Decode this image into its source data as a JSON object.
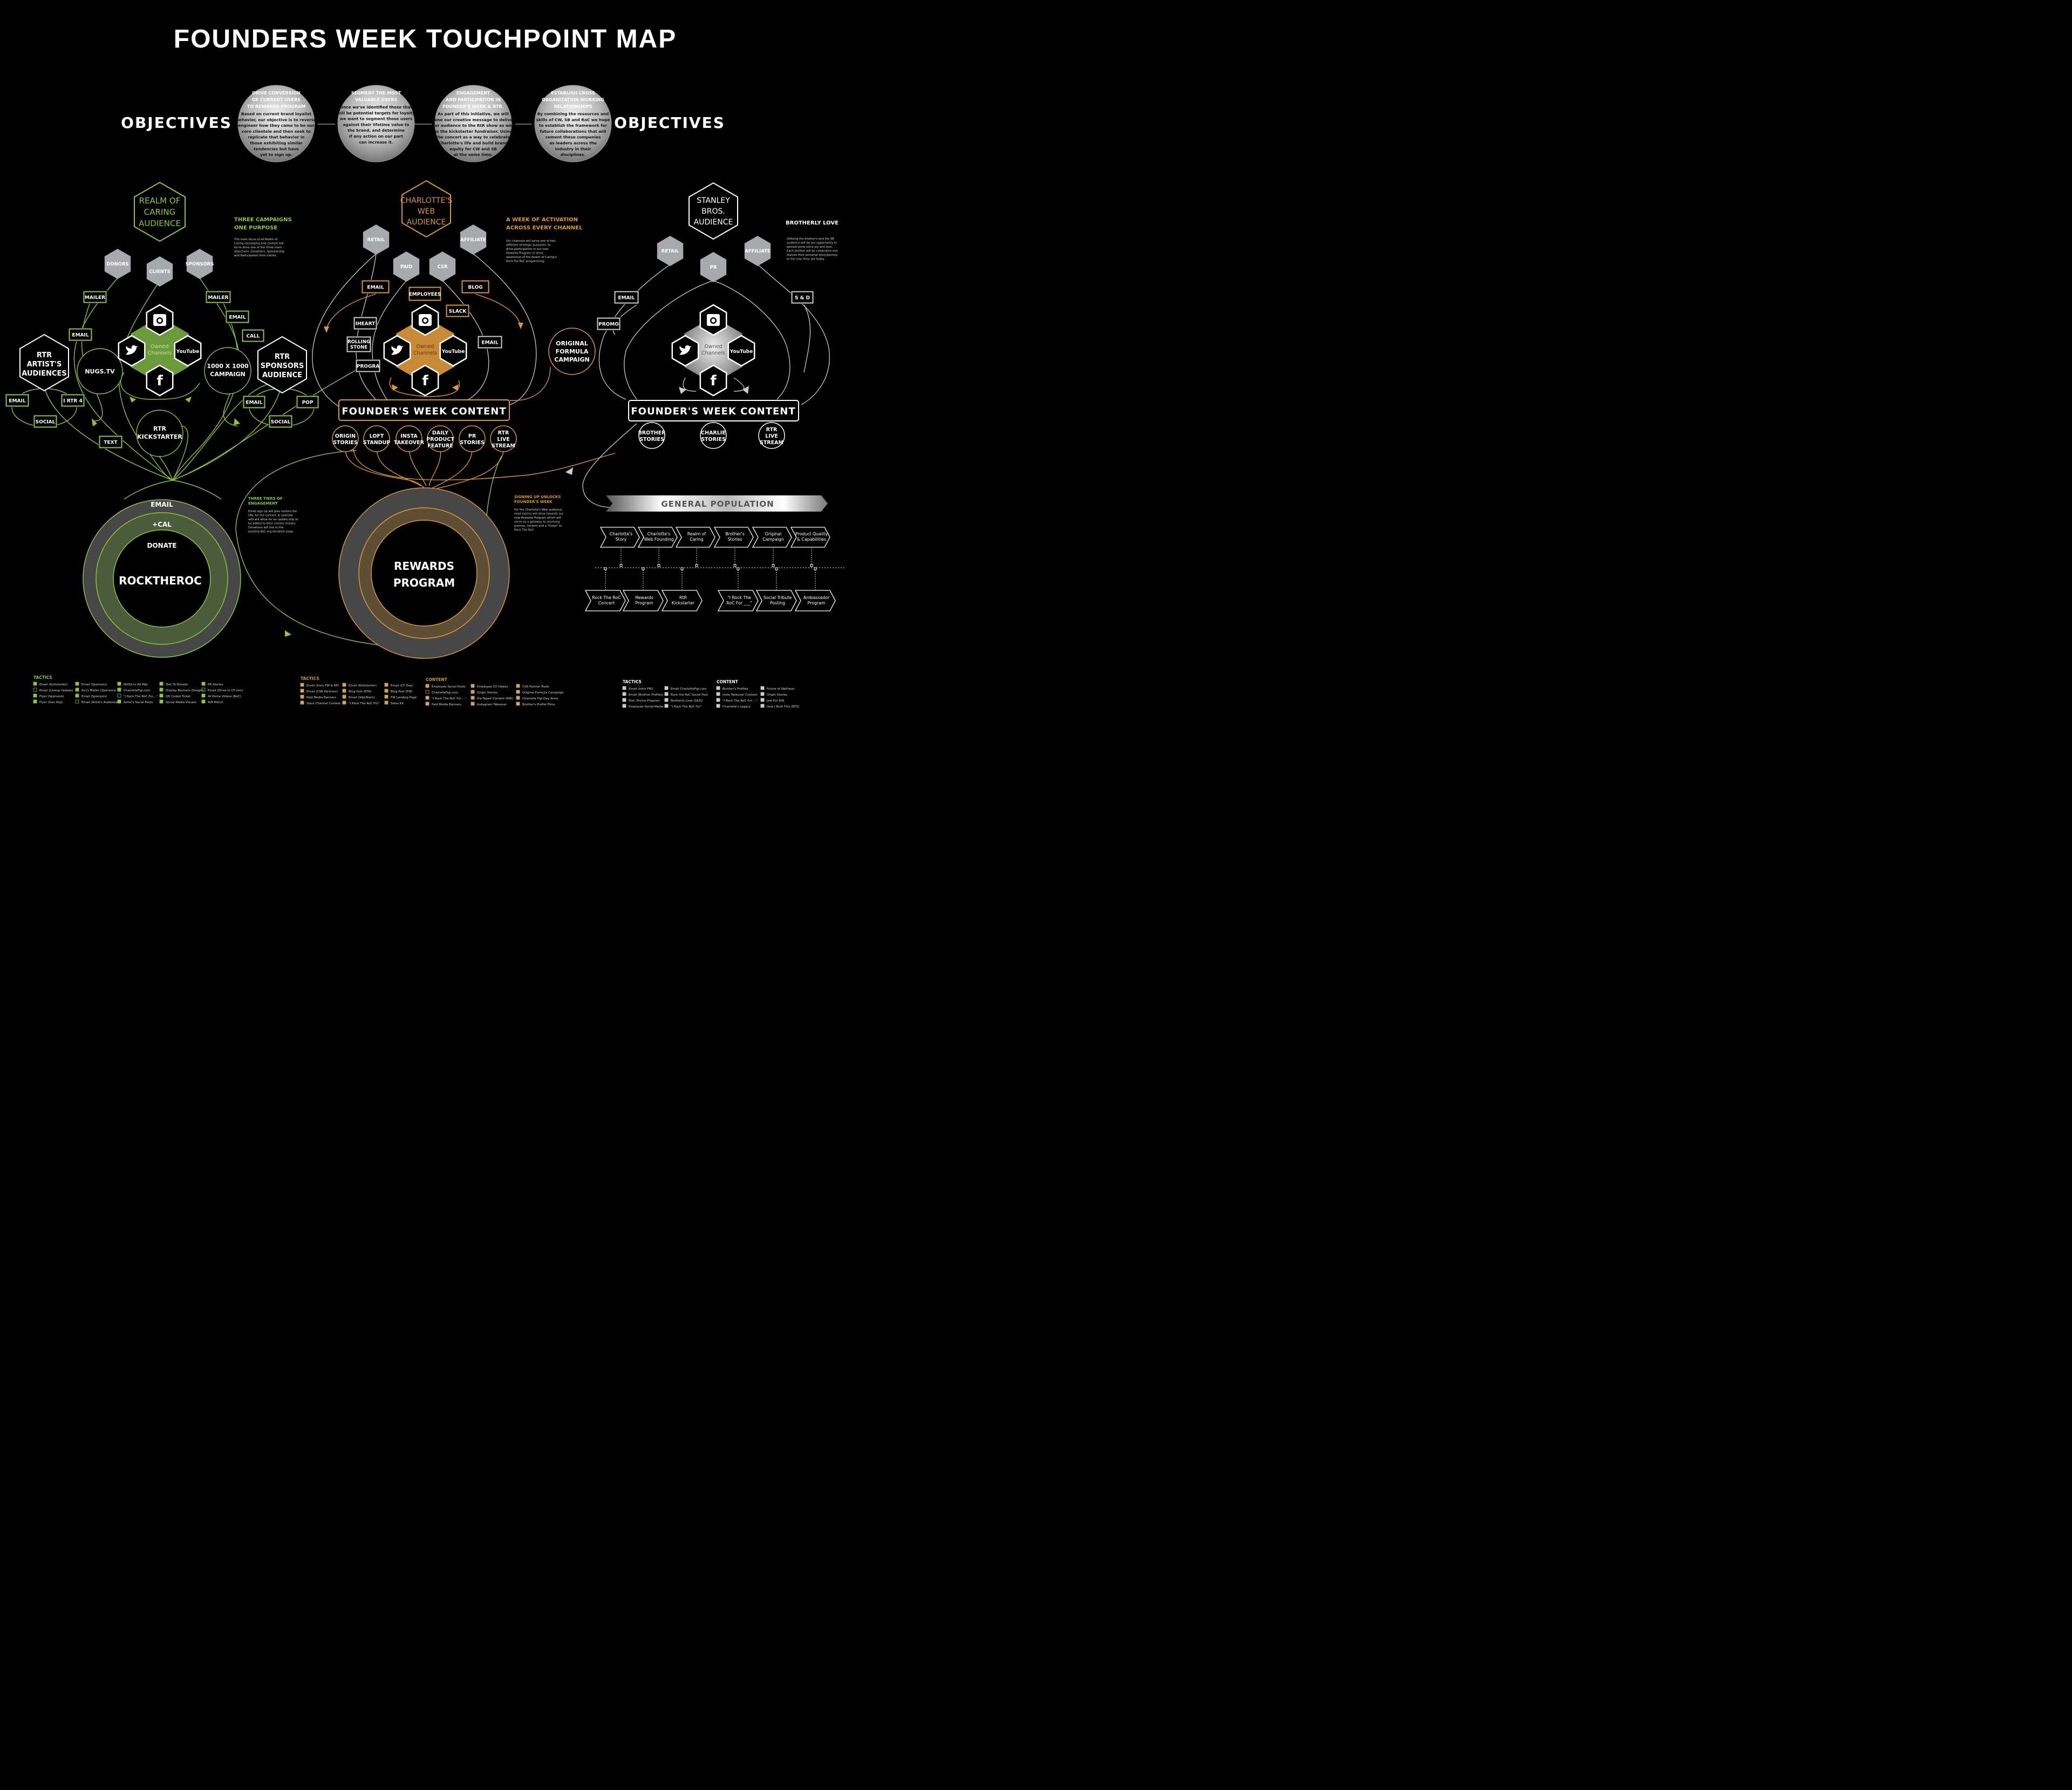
{
  "title": "FOUNDERS WEEK TOUCHPOINT MAP",
  "objectives_label": "OBJECTIVES",
  "colors": {
    "green": "#8cc63f",
    "orange": "#d9963a",
    "white": "#ffffff",
    "grey": "#a7a9ac",
    "dark": "#444444"
  },
  "objectives": [
    {
      "head": [
        "DRIVE CONVERSION",
        "OF CURRENT USERS",
        "TO REWARDS PROGRAM"
      ],
      "body": [
        "Based on current brand loyalist",
        "behavior, our objective is to reverse",
        "engineer how they came to be our",
        "core clientele and then seek to",
        "replicate that behavior in",
        "those exhibiting similar",
        "tendencies but have",
        "yet to sign up."
      ]
    },
    {
      "head": [
        "SEGMENT THE MOST",
        "VALUABLE USERS"
      ],
      "body": [
        "Once we've identified those that",
        "will be potential targets for loyalty",
        "we want to segment those users",
        "against their lifetime value to",
        "the brand, and determine",
        "if any action on our part",
        "can increase it."
      ]
    },
    {
      "head": [
        "ENGAGEMENT",
        "AND PARTICIPATION IN",
        "FOUNDER'S WEEK & RTR."
      ],
      "body": [
        "As part of this initiative, we will",
        "hone our creative message to deliver",
        "our audience to the RtR show as well",
        "as the kickstarter fundraiser. Using",
        "the concert as a way to celebrate",
        "Charlotte's life and build brand",
        "equity for CW and SB",
        "at the same time."
      ]
    },
    {
      "head": [
        "ESTABLISH CROSS",
        "ORGANIZATION WORKING",
        "RELATIONSHIPS"
      ],
      "body": [
        "By combining the resources and",
        "skills of CW, SB and RoC we hope",
        "to establish the framework for",
        "future collaborations that will",
        "cement these companies",
        "as leaders across the",
        "industry in their",
        "disciplines."
      ]
    }
  ],
  "left": {
    "hex": [
      "REALM OF",
      "CARING",
      "AUDIENCE"
    ],
    "heading": [
      "THREE CAMPAIGNS",
      "ONE PURPOSE"
    ],
    "para": [
      "The main focus of all Realm of",
      "Caring messaging and content will",
      "be to drive one of the three main",
      "objectives: Donations, Sponsorship",
      "and Participation from clients."
    ],
    "grey": [
      "DONORS",
      "CLIENTS",
      "SPONSORS"
    ],
    "boxes": [
      "MAILER",
      "MAILER",
      "EMAIL",
      "EMAIL",
      "CALL",
      "EMAIL",
      "I RTR 4",
      "SOCIAL",
      "EMAIL",
      "POP",
      "SOCIAL",
      "TEXT"
    ],
    "artists": [
      "RTR",
      "ARTIST'S",
      "AUDIENCES"
    ],
    "sponsors": [
      "RTR",
      "SPONSORS",
      "AUDIENCE"
    ],
    "nugs": "NUGS.TV",
    "campaign": [
      "1000 X 1000",
      "CAMPAIGN"
    ],
    "kick": [
      "RTR",
      "KICKSTARTER"
    ],
    "owned": [
      "Owned",
      "Channels"
    ],
    "tiers": [
      "EMAIL",
      "+CAL",
      "DONATE"
    ],
    "ring": "ROCKTHEROC",
    "tiers_heading": [
      "THREE TIERS OF",
      "ENGAGEMENT"
    ],
    "tiers_para": [
      "Email sign up will give visitors the",
      "URL for the concert. A calendar",
      "add will allow for an update drip to",
      "be added to their comms stream.",
      "Donations will link to the",
      "existing RoC.org donation page."
    ]
  },
  "center": {
    "hex": [
      "CHARLOTTE'S",
      "WEB",
      "AUDIENCE"
    ],
    "heading": [
      "A WEEK OF ACTIVATION",
      "ACROSS EVERY CHANNEL"
    ],
    "para": [
      "Our channels will serve one of two",
      "different strategic purposes, to",
      "drive participation in our new",
      "Rewards Program or drive",
      "awareness of the Realm of Caring's",
      "Rock the RoC progamming."
    ],
    "grey": [
      "RETAIL",
      "PAID",
      "CSR",
      "AFFILIATE"
    ],
    "boxes": [
      "EMAIL",
      "EMPLOYEES",
      "BLOG",
      "SLACK",
      "IHEART",
      "ROLLING",
      "STONE",
      "PROGRA",
      "EMAIL"
    ],
    "formula": [
      "ORIGINAL",
      "FORMULA",
      "CAMPAIGN"
    ],
    "owned": [
      "Owned",
      "Channels"
    ],
    "content": "FOUNDER'S WEEK CONTENT",
    "circles": [
      [
        "ORIGIN",
        "STORIES"
      ],
      [
        "LOFT",
        "STANDUP"
      ],
      [
        "INSTA",
        "TAKEOVER"
      ],
      [
        "DAILY",
        "PRODUCT",
        "FEATURE"
      ],
      [
        "PR",
        "STORIES"
      ],
      [
        "RTR",
        "LIVE",
        "STREAM"
      ]
    ],
    "ring": [
      "REWARDS",
      "PROGRAM"
    ],
    "signup_heading": [
      "SIGNING UP UNLOCKS",
      "FOUNDER'S WEEK"
    ],
    "signup_para": [
      "For the Charlotte's Web audience,",
      "most tactics will drive towards our",
      "new Rewards Program which will",
      "serve as a gateway to receiving",
      "promos, content and a \"ticket\" to",
      "Rock The RoC."
    ]
  },
  "right": {
    "hex": [
      "STANLEY",
      "BROS.",
      "AUDIENCE"
    ],
    "heading": "BROTHERLY LOVE",
    "para": [
      "Utilizing the brother's and the SB",
      "audience will be our opportunity to",
      "spread some extra joy and love.",
      "Each brother will be celebrated and",
      "feature their personal story/journey",
      "to the man they are today."
    ],
    "grey": [
      "RETAIL",
      "PR",
      "AFFILIATE"
    ],
    "boxes": [
      "EMAIL",
      "S & D",
      "PROMO"
    ],
    "owned": [
      "Owned",
      "Channels"
    ],
    "content": "FOUNDER'S WEEK CONTENT",
    "circles": [
      [
        "BROTHER",
        "STORIES"
      ],
      [
        "CHARLIE",
        "STORIES"
      ],
      [
        "RTR",
        "LIVE",
        "STREAM"
      ]
    ],
    "gp": "GENERAL POPULATION",
    "top_chev": [
      [
        "Charlotte's",
        "Story"
      ],
      [
        "Charlotte's",
        "Web Founding"
      ],
      [
        "Realm of",
        "Caring"
      ],
      [
        "Brother's",
        "Stories"
      ],
      [
        "Original",
        "Campaign"
      ],
      [
        "Product Quality",
        "& Capabilities"
      ]
    ],
    "bot_chev": [
      [
        "Rock The RoC",
        "Concert"
      ],
      [
        "Rewards",
        "Program"
      ],
      [
        "RtR",
        "Kickstarter"
      ],
      [
        "\"I Rock The",
        "RoC For ___\""
      ],
      [
        "Social Tribute",
        "Posting"
      ],
      [
        "Ambassador",
        "Program"
      ]
    ]
  },
  "legend": {
    "tactics": "TACTICS",
    "content": "CONTENT",
    "left_tactics": [
      [
        "Email (Kickstarter)",
        "Email (Lineup Update)",
        "Flyer (Sponsors)",
        "Flyer (Gen Pop)"
      ],
      [
        "Email (Sponsors)",
        "6x11 Mailer (Sponsors)",
        "Email (Sponsors)",
        "Email (Artist's Audience)"
      ],
      [
        "NUGS.tv Ad Mat",
        "CharlotteFigi.com",
        "\"I Rock The RoC For....\"",
        "Artist's Social Posts"
      ],
      [
        "Text To Donate",
        "Display Banners (Google)",
        "QR Coded Ticket",
        "Social Media Visuals"
      ],
      [
        "PR Stories",
        "Email (Drive to CF.com)",
        "At Home Videos (RoC)",
        "RtR Merch"
      ]
    ],
    "mid_tactics": [
      [
        "Email (Intro FW & RP)",
        "Email (CSR Partners)",
        "Paid Media Banners",
        "Slack Channel Contest"
      ],
      [
        "Email (Kickstarter)",
        "Blog Post (RTR)",
        "Email (VibeTeam)",
        "\"I Rock The RoC For\""
      ],
      [
        "Email (CF Day)",
        "Blog Post (FW)",
        "FW Landing Page",
        "Sales Kit"
      ]
    ],
    "mid_content": [
      [
        "Employee Social Posts",
        "CharlotteFigi.com",
        "\"I Rock The RoC For....\"",
        "Paid Media Banners"
      ],
      [
        "Employee XX Videos",
        "Origin Stories",
        "Pre-Taped Content (RtR)",
        "Instagram Takeover"
      ],
      [
        "CSR Partner Posts",
        "Original Formula Campaign",
        "Charlotte Figi Day Anno.",
        "Brother's Profile Films"
      ]
    ],
    "right_tactics": [
      [
        "Email (Intro FW)",
        "Email (Brother Profiles)",
        "Dist. Promo Program",
        "Employee Social Media"
      ],
      [
        "Email CharlotteFigi.com",
        "Rock the RoC Social Post",
        "Brotherly Love (S&D)",
        "\"I Rock The RoC For\""
      ]
    ],
    "right_content": [
      [
        "Brother's Profiles",
        "Insta Takeover Content",
        "\"I Rock The RoC For....\"",
        "Charlotte's Legacy"
      ],
      [
        "Future of Wellness",
        "Origin Stories",
        "Joel For RtR",
        "How I Built This (BTS)"
      ]
    ]
  }
}
